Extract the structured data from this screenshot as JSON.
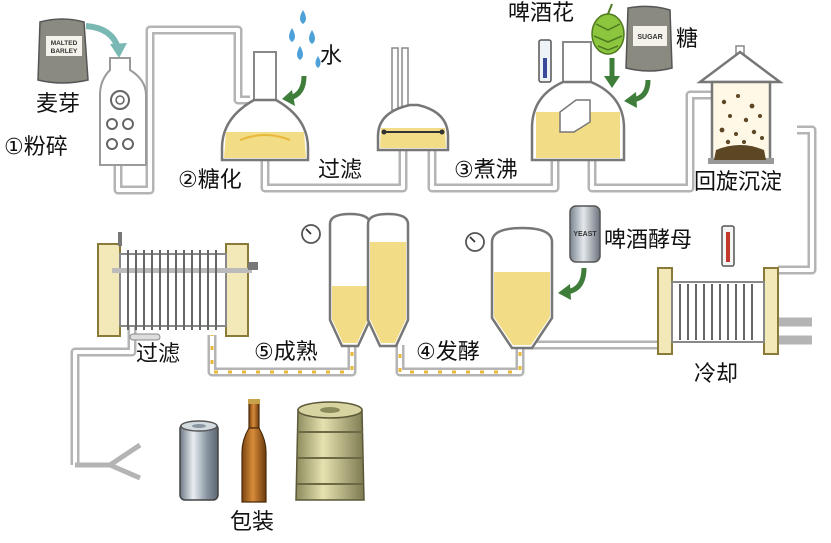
{
  "labels": {
    "malt": "麦芽",
    "step1": "①粉碎",
    "water": "水",
    "step2": "②糖化",
    "filter1": "过滤",
    "step3": "③煮沸",
    "hops": "啤酒花",
    "sugar": "糖",
    "whirlpool": "回旋沉淀",
    "yeast": "啤酒酵母",
    "cooling": "冷却",
    "step4": "④发酵",
    "step5": "⑤成熟",
    "filter2": "过滤",
    "packaging": "包装"
  },
  "bag_text": {
    "malt_line1": "MALTED",
    "malt_line2": "BARLEY",
    "sugar": "SUGAR",
    "yeast": "YEAST"
  },
  "colors": {
    "pipe": "#c8c8c8",
    "liquid": "#f2dc86",
    "wort": "#e8b838",
    "arrow_green": "#3e7d3a",
    "arrow_teal": "#7ab8b4",
    "vessel_fill": "#fff8e6",
    "hops_green": "#8cc63f",
    "water_blue": "#4ea0d8",
    "thermo_red": "#c0392b",
    "bottle_brown": "#a8641c"
  }
}
